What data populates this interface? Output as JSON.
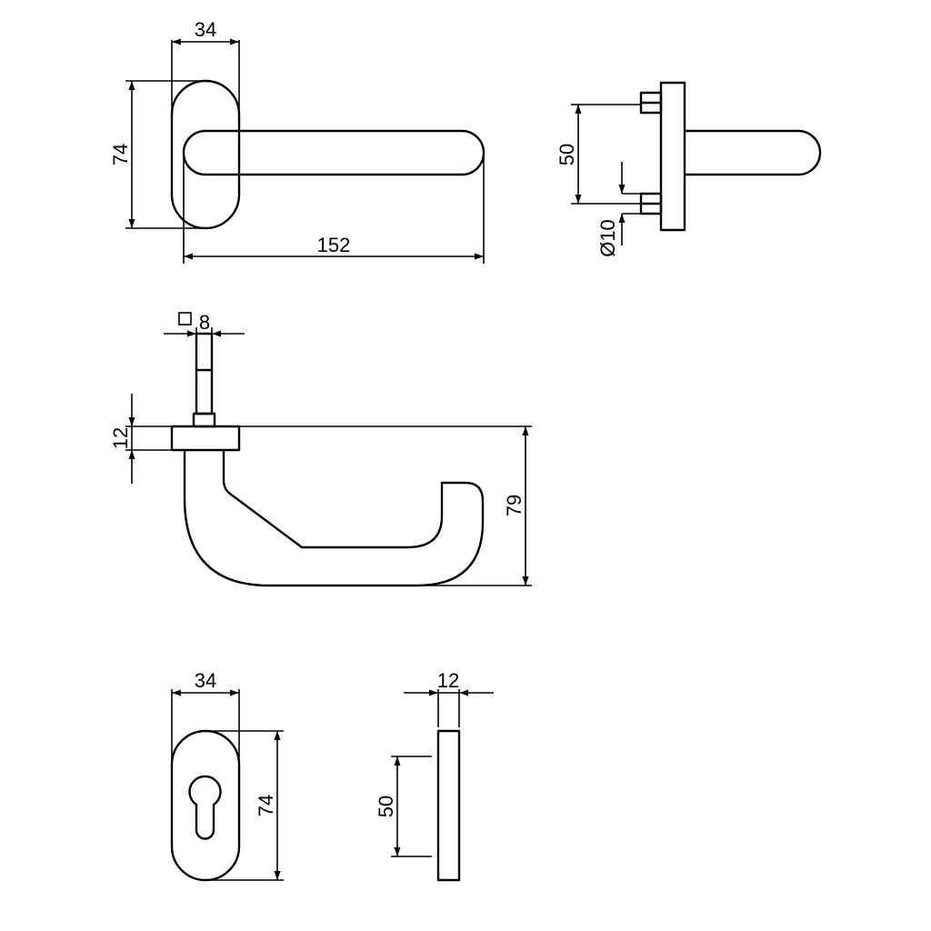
{
  "views": {
    "lever_front": {
      "width": "34",
      "height": "74",
      "length": "152"
    },
    "lever_side": {
      "pin_spacing": "50",
      "pin_diameter": "Ø10"
    },
    "lever_top": {
      "spindle": "8",
      "rose_thickness": "12",
      "projection": "79"
    },
    "escutcheon_front": {
      "width": "34",
      "height": "74"
    },
    "escutcheon_side": {
      "thickness": "12",
      "pin_spacing": "50"
    }
  }
}
